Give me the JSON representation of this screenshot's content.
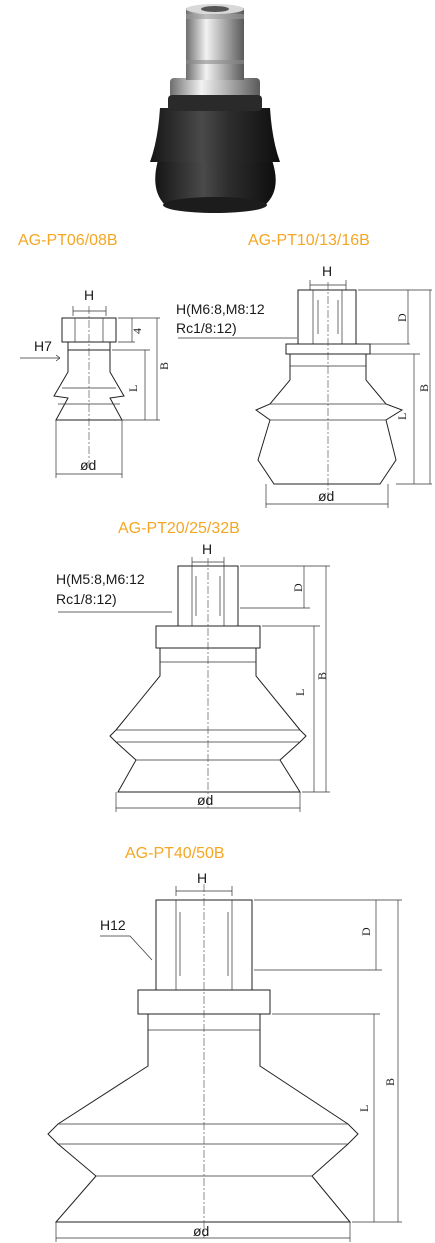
{
  "colors": {
    "title": "#f5a623",
    "line": "#222222"
  },
  "models": [
    {
      "title": "AG-PT06/08B",
      "h_label": "H",
      "thread_label": "H7",
      "height_label": "4",
      "l_label": "L",
      "b_label": "B",
      "d_label": "ød"
    },
    {
      "title": "AG-PT10/13/16B",
      "h_label": "H",
      "thread_label_1": "H(M6:8,M8:12",
      "thread_label_2": "Rc1/8:12)",
      "height_label": "D",
      "l_label": "L",
      "b_label": "B",
      "d_label": "ød"
    },
    {
      "title": "AG-PT20/25/32B",
      "h_label": "H",
      "thread_label_1": "H(M5:8,M6:12",
      "thread_label_2": "Rc1/8:12)",
      "height_label": "D",
      "l_label": "L",
      "b_label": "B",
      "d_label": "ød"
    },
    {
      "title": "AG-PT40/50B",
      "h_label": "H",
      "thread_label": "H12",
      "height_label": "D",
      "l_label": "L",
      "b_label": "B",
      "d_label": "ød"
    }
  ]
}
